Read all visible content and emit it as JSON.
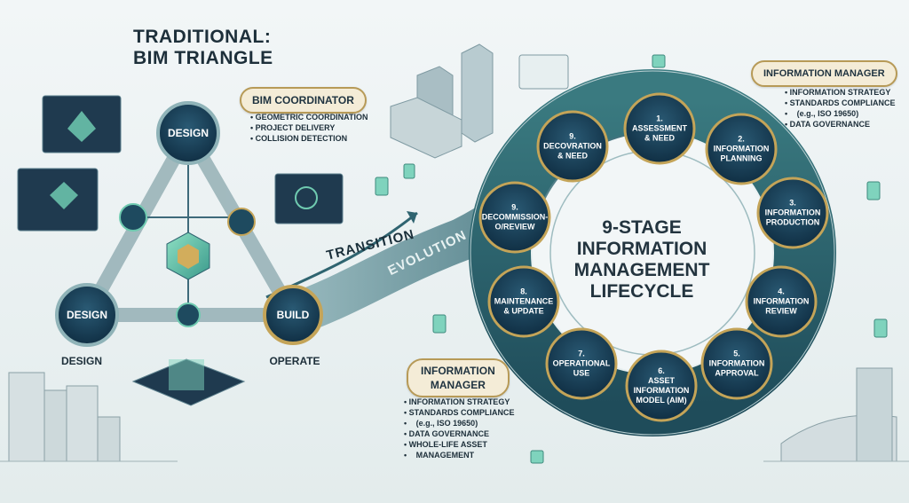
{
  "title": {
    "line1": "TRADITIONAL:",
    "line2": "BIM TRIANGLE"
  },
  "bim_coordinator": {
    "label": "BIM COORDINATOR",
    "items": [
      "GEOMETRIC COORDINATION",
      "PROJECT DELIVERY",
      "COLLISION DETECTION"
    ]
  },
  "triangle": {
    "top_node": "DESIGN",
    "left_node": "DESIGN",
    "right_node": "BUILD",
    "left_caption": "DESIGN",
    "right_caption": "OPERATE"
  },
  "path": {
    "word1": "TRANSITION",
    "word2": "EVOLUTION"
  },
  "info_manager_top": {
    "label": "INFORMATION MANAGER",
    "items": [
      "INFORMATION STRATEGY",
      "STANDARDS COMPLIANCE",
      "(e.g., ISO 19650)",
      "DATA GOVERNANCE"
    ]
  },
  "info_manager_bottom": {
    "label_line1": "INFORMATION",
    "label_line2": "MANAGER",
    "items": [
      "INFORMATION STRATEGY",
      "STANDARDS COMPLIANCE",
      "(e.g., ISO 19650)",
      "DATA GOVERNANCE",
      "WHOLE-LIFE ASSET",
      "MANAGEMENT"
    ]
  },
  "lifecycle": {
    "title": [
      "9-STAGE",
      "INFORMATION",
      "MANAGEMENT",
      "LIFECYCLE"
    ],
    "stages": [
      {
        "num": "1.",
        "name": "ASSESSMENT\n& NEED"
      },
      {
        "num": "2.",
        "name": "INFORMATION\nPLANNING"
      },
      {
        "num": "3.",
        "name": "INFORMATION\nPRODUCTION"
      },
      {
        "num": "4.",
        "name": "INFORMATION\nREVIEW"
      },
      {
        "num": "5.",
        "name": "INFORMATION\nAPPROVAL"
      },
      {
        "num": "6.",
        "name": "ASSET\nINFORMATION\nMODEL (AIM)"
      },
      {
        "num": "7.",
        "name": "OPERATIONAL\nUSE"
      },
      {
        "num": "8.",
        "name": "MAINTENANCE\n& UPDATE"
      },
      {
        "num": "9.",
        "name": "DECOMMISSION-\nO/REVIEW"
      },
      {
        "num": "9.",
        "name": "DECOVRATION\n& NEED"
      }
    ]
  },
  "colors": {
    "node_fill": "#17415a",
    "stage_fill": "#17445a",
    "gold": "#c4a458",
    "ring": "#2f6470",
    "accent_green": "#6fcab0",
    "badge_bg": "#f4ecd7"
  }
}
